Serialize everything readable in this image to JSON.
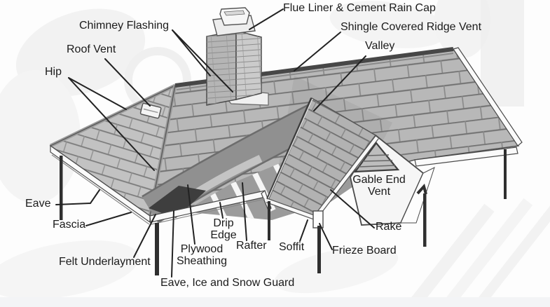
{
  "figure_labels_note": "Roof construction diagram callouts",
  "labels": {
    "flue_liner": "Flue Liner & Cement Rain Cap",
    "chimney_flashing": "Chimney Flashing",
    "roof_vent": "Roof Vent",
    "hip": "Hip",
    "ridge_vent": "Shingle Covered Ridge Vent",
    "valley": "Valley",
    "gable_end_vent": "Gable End\nVent",
    "eave": "Eave",
    "fascia": "Fascia",
    "felt_underlayment": "Felt Underlayment",
    "plywood_sheathing": "Plywood\nSheathing",
    "drip_edge": "Drip\nEdge",
    "rafter": "Rafter",
    "eave_ice_snow_guard": "Eave, Ice and Snow Guard",
    "soffit": "Soffit",
    "frieze_board": "Frieze Board",
    "rake": "Rake"
  },
  "colors": {
    "background": "#fdfdfd",
    "shingle_gray": "#b8b8b8",
    "shingle_line": "#717171",
    "felt_gray": "#8f8f8f",
    "membrane_dark": "#3e3e3e",
    "trim_white": "#fafafa",
    "leader_line": "#222222",
    "label_text": "#1b1b1b"
  }
}
